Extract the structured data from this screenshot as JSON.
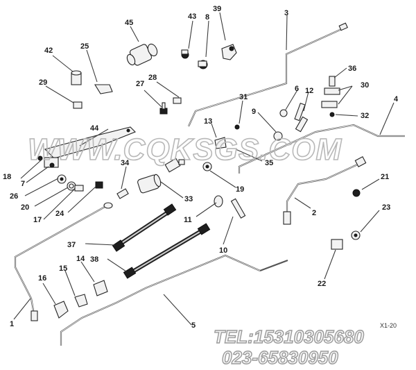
{
  "labels": {
    "l1": "1",
    "l2": "2",
    "l3": "3",
    "l4": "4",
    "l5": "5",
    "l6": "6",
    "l7": "7",
    "l8": "8",
    "l9": "9",
    "l10": "10",
    "l11": "11",
    "l12": "12",
    "l13": "13",
    "l14": "14",
    "l15": "15",
    "l16": "16",
    "l17": "17",
    "l18": "18",
    "l19": "19",
    "l20": "20",
    "l21": "21",
    "l22": "22",
    "l23": "23",
    "l24": "24",
    "l25": "25",
    "l26": "26",
    "l27": "27",
    "l28": "28",
    "l29": "29",
    "l30": "30",
    "l31": "31",
    "l32": "32",
    "l33": "33",
    "l34": "34",
    "l35": "35",
    "l36": "36",
    "l37": "37",
    "l38": "38",
    "l39": "39",
    "l42": "42",
    "l43": "43",
    "l44": "44",
    "l45": "45"
  },
  "watermark": "WWW.CQKSGS.COM",
  "contact": {
    "tel": "TEL:15310305680",
    "phone": "023-65830950"
  },
  "code": "X1-20"
}
